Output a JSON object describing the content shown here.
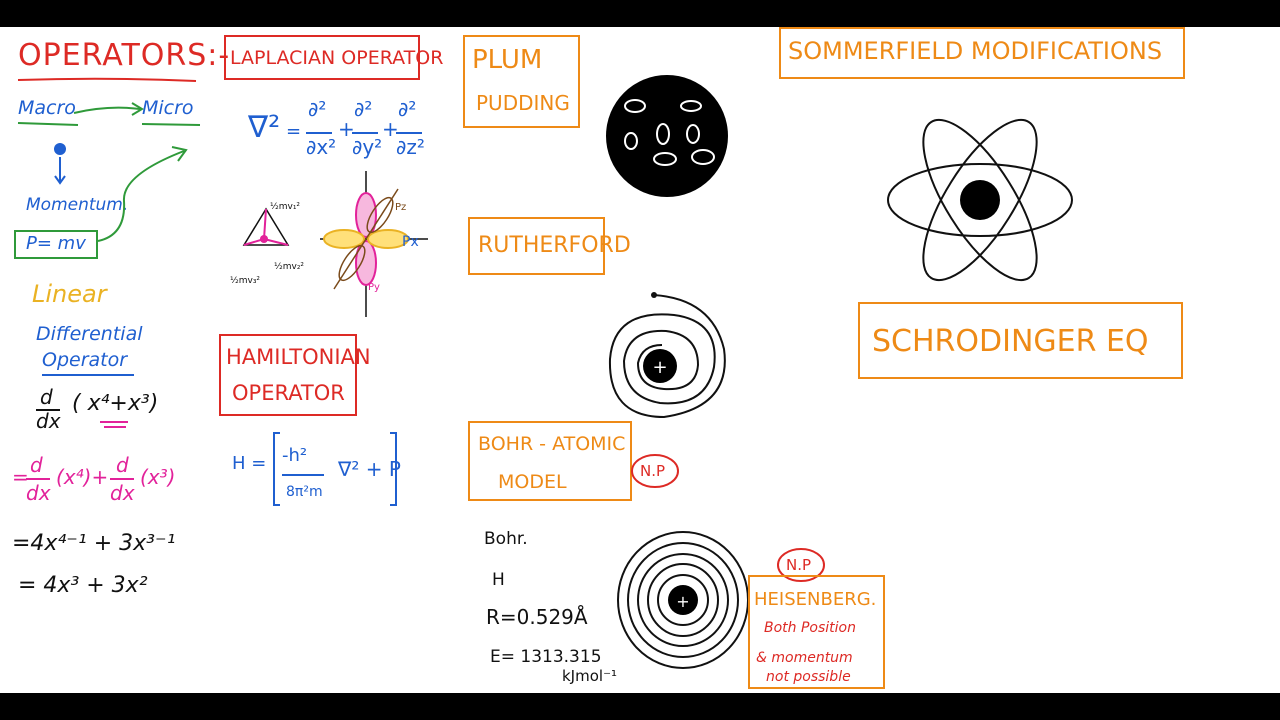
{
  "colors": {
    "orange": "#ee8a16",
    "red": "#dd2a25",
    "blue": "#1f5fd0",
    "pink": "#e2229a",
    "green": "#2f9a3a",
    "yellow": "#eab223",
    "ink": "#111111"
  },
  "left": {
    "operators_title": "OPERATORS:-",
    "macro": "Macro",
    "micro": "Micro",
    "momentum": "Momentum.",
    "p_mv": "P= mv",
    "linear": "Linear",
    "differential": "Differential",
    "operator": "Operator",
    "d": "d",
    "dx": "dx",
    "expr": "( x⁴+x³)",
    "eq_lines": [
      "=4x⁴⁻¹ + 3x³⁻¹",
      "= 4x³ + 3x²"
    ],
    "pink_line": {
      "prefix": "=",
      "t1": "(x⁴)+",
      "t2": "(x³)"
    }
  },
  "laplacian": {
    "title": "LAPLACIAN OPERATOR",
    "nabla": "∇²",
    "eq": "=",
    "terms": [
      {
        "num": "∂²",
        "den": "∂x²"
      },
      {
        "num": "∂²",
        "den": "∂y²"
      },
      {
        "num": "∂²",
        "den": "∂z²"
      }
    ],
    "plus": "+",
    "triangle_labels": [
      "½mv₁²",
      "½mv₂²",
      "½mv₃²"
    ],
    "orbital_labels": {
      "pz": "Pz",
      "px": "Px",
      "py": "Py"
    }
  },
  "hamiltonian": {
    "title_line1": "HAMILTONIAN",
    "title_line2": "OPERATOR",
    "h_eq": "H =",
    "num": "-h²",
    "den": "8π²m",
    "rest": "∇² + P"
  },
  "plum": {
    "title_line1": "PLUM",
    "title_line2": "PUDDING"
  },
  "rutherford": {
    "title": "RUTHERFORD"
  },
  "bohr": {
    "title_line1": "BOHR - ATOMIC",
    "title_line2": "MODEL",
    "np": "N.P"
  },
  "bohr_values": {
    "label": "Bohr.",
    "h": "H",
    "r": "R=0.529Å",
    "e": "E= 1313.315",
    "unit": "kJmol⁻¹"
  },
  "heisenberg": {
    "np": "N.P",
    "title": "HEISENBERG.",
    "line1": "Both Position",
    "line2": "& momentum",
    "line3": "not possible"
  },
  "sommerfield": {
    "title": "SOMMERFIELD   MODIFICATIONS"
  },
  "schrodinger": {
    "title": "SCHRODINGER   EQ"
  },
  "nucleus_symbol": "+"
}
